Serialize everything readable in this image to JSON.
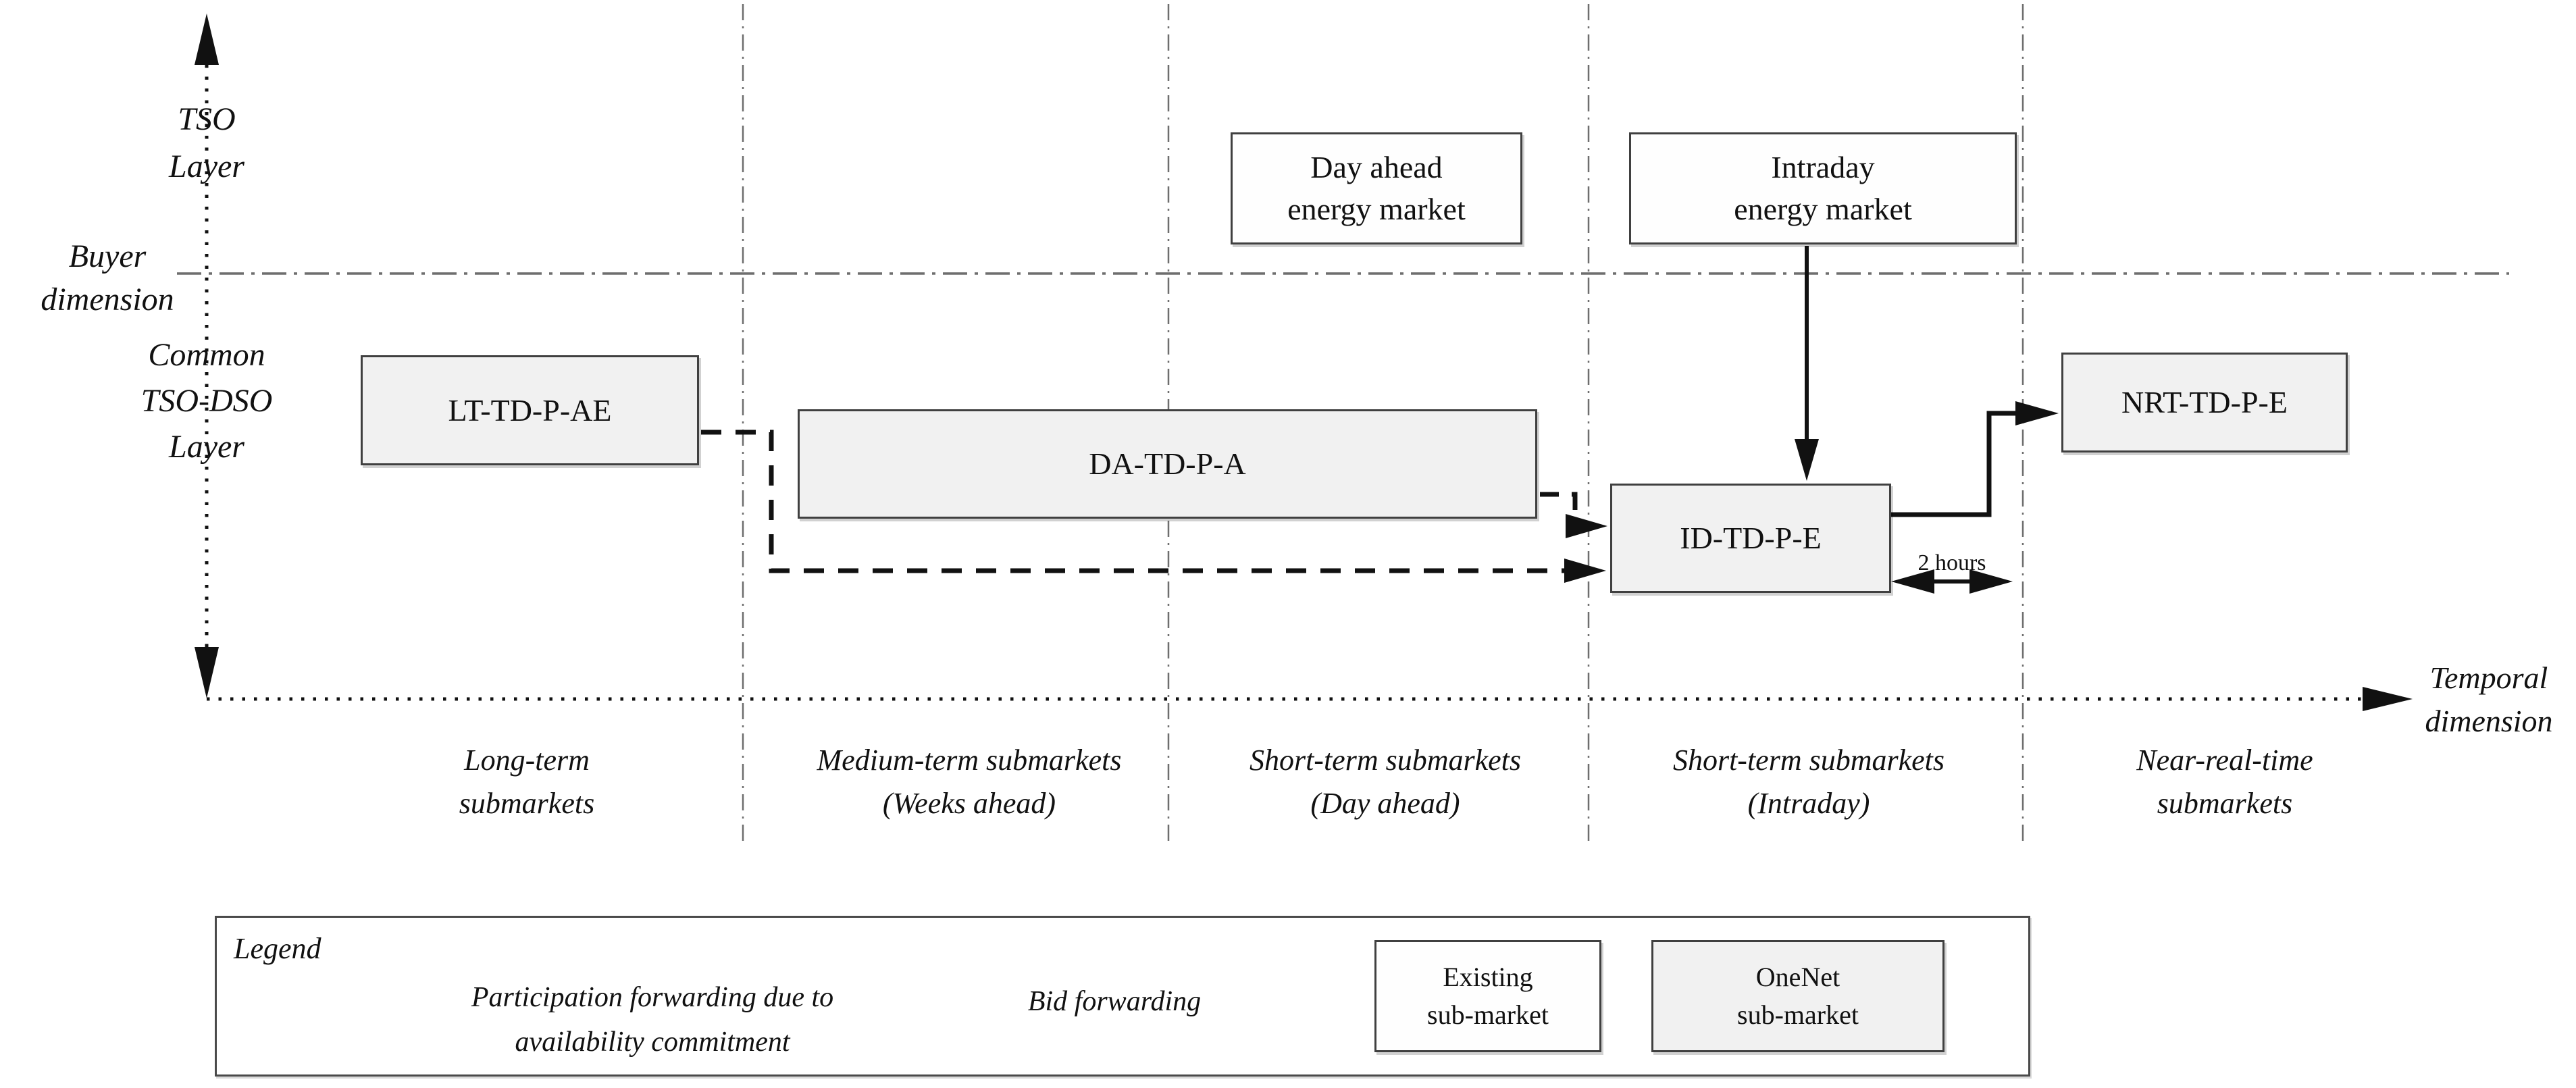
{
  "layers": {
    "tso": [
      "TSO",
      "Layer"
    ],
    "buyer_dimension": [
      "Buyer",
      "dimension"
    ],
    "common_tso_dso": [
      "Common",
      "TSO-DSO",
      "Layer"
    ]
  },
  "temporal_axis": {
    "label": [
      "Temporal",
      "dimension"
    ],
    "zones": [
      [
        "Long-term",
        "submarkets"
      ],
      [
        "Medium-term submarkets",
        "(Weeks ahead)"
      ],
      [
        "Short-term submarkets",
        "(Day ahead)"
      ],
      [
        "Short-term submarkets",
        "(Intraday)"
      ],
      [
        "Near-real-time",
        "submarkets"
      ]
    ]
  },
  "markets": {
    "day_ahead": [
      "Day ahead",
      "energy market"
    ],
    "intraday": [
      "Intraday",
      "energy market"
    ]
  },
  "submarkets": {
    "lt": "LT-TD-P-AE",
    "da": "DA-TD-P-A",
    "id": "ID-TD-P-E",
    "nrt": "NRT-TD-P-E"
  },
  "annotations": {
    "duration": "2 hours"
  },
  "legend": {
    "title": "Legend",
    "dashed_arrow_label": [
      "Participation forwarding due to",
      "availability commitment"
    ],
    "solid_arrow_label": "Bid forwarding",
    "existing": [
      "Existing",
      "sub-market"
    ],
    "onenet": [
      "OneNet",
      "sub-market"
    ]
  },
  "colors": {
    "onenet_fill": "#f1f1f1",
    "existing_fill": "#fefefe",
    "box_border": "#404040",
    "separator_gray": "#6e6e6e",
    "line_black": "#111111"
  }
}
